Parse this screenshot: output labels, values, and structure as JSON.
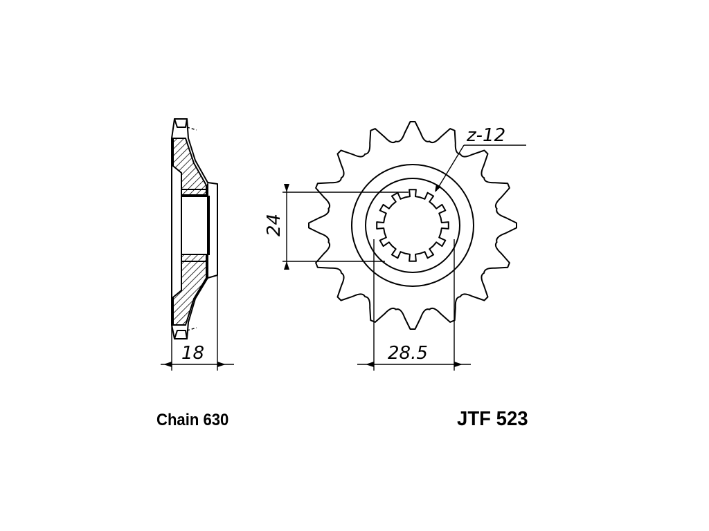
{
  "dimensions": {
    "thickness": "18",
    "spline_diameter": "24",
    "hole_diameter": "28.5",
    "spline_count": "z-12"
  },
  "captions": {
    "chain": "Chain 630",
    "part_number": "JTF 523"
  },
  "sprocket": {
    "outer_teeth": 16,
    "inner_splines": 12
  }
}
